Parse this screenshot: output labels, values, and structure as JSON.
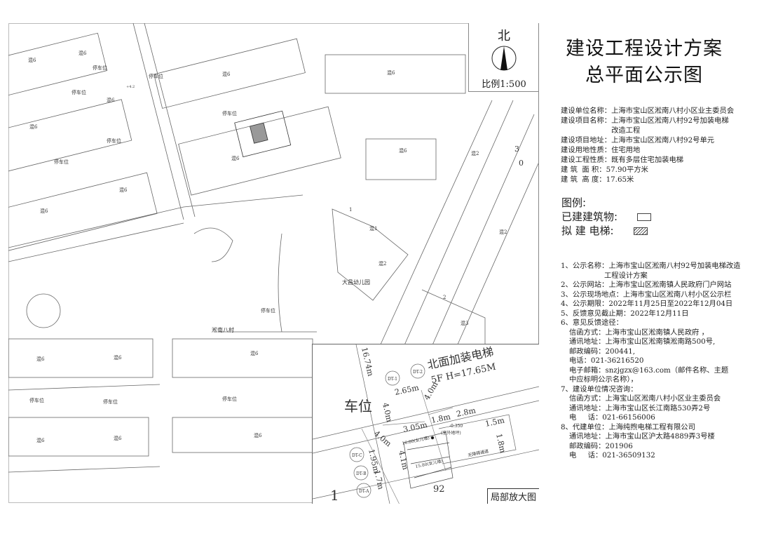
{
  "north": {
    "label": "北",
    "scale": "比例1:500"
  },
  "title": {
    "line1": "建设工程设计方案",
    "line2": "总平面公示图"
  },
  "info": [
    {
      "k": "建设单位名称：",
      "v": "上海市宝山区淞南八村小区业主委员会"
    },
    {
      "k": "建设项目名称：",
      "v": "上海市宝山区淞南八村92号加装电梯改造工程"
    },
    {
      "k": "建设项目地址：",
      "v": "上海市宝山区淞南八村92号单元"
    },
    {
      "k": "建设用地性质：",
      "v": "住宅用地"
    },
    {
      "k": "建设工程性质：",
      "v": "既有多层住宅加装电梯"
    },
    {
      "k": "建 筑  面 积：",
      "v": "57.90平方米"
    },
    {
      "k": "建 筑  高 度：",
      "v": "17.65米"
    }
  ],
  "legend": {
    "title": "图例:",
    "existing": "已建建筑物:",
    "proposed": "拟 建 电梯:"
  },
  "notice": {
    "n1": "1、公示名称：上海市宝山区淞南八村92号加装电梯改造",
    "n1b": "工程设计方案",
    "n2": "2、公示网站：上海市宝山区淞南镇人民政府门户网站",
    "n3": "3、公示现场地点：上海市宝山区淞南八村小区公示栏",
    "n4": "4、公示期限：2022年11月25日至2022年12月04日",
    "n5": "5、反馈意见截止期：2022年12月11日",
    "n6": "6、意见反馈途径：",
    "n6a": "信函方式：上海市宝山区淞南镇人民政府 ，",
    "n6b": "通讯地址：上海市宝山区淞南镇淞南路500号,",
    "n6c": "邮政编码：200441,",
    "n6d": "电话：021-36216520",
    "n6e": "电子邮箱：snzjgzx@163.com（邮件名称、主题",
    "n6f": "中应标明公示名称），",
    "n7": "7、建设单位情况咨询：",
    "n7a": "信函方式：上海宝山区淞南八村小区业主委员会",
    "n7b": "通讯地址：上海市宝山区长江南路530弄2号",
    "n7c": "电     话：021-66156006",
    "n8": "8、代建单位：上海纯煦电梯工程有限公司",
    "n8a": "通讯地址：上海市宝山区沪太路4889弄3号楼",
    "n8b": "邮政编码：201906",
    "n8c": "电     话：021-36509132"
  },
  "map": {
    "mix6": "混6",
    "mix2": "混2",
    "mix1": "混1",
    "mix3": "混3",
    "parking": "停车位",
    "village": "淞南八村",
    "kindergarten": "大昌幼儿园",
    "road_num1": "3",
    "road_num2": "0",
    "elev": "+4.2",
    "unit1": "1",
    "unit2": "2"
  },
  "inset": {
    "label": "局部放大图",
    "title": "北面加装电梯",
    "spec": "5F H=17.65M",
    "parking": "车位",
    "building": "92",
    "unit": "1",
    "dims": [
      "16.74m",
      "2.65m",
      "4.0m",
      "4.0m",
      "3.05m",
      "1.8m",
      "2.8m",
      "1.5m",
      "1.8m",
      "4.0m",
      "1.95m",
      "4.1m",
      "1.7m"
    ],
    "tags": [
      "DT-1",
      "DT-2",
      "DT-C",
      "DT-B",
      "DT-A"
    ],
    "level": "-0.350",
    "level_note": "(室外地坪)",
    "roof1": "16.80(女儿墙)",
    "roof2": "15.80(女儿墙)",
    "ramp": "无障碍通道"
  }
}
